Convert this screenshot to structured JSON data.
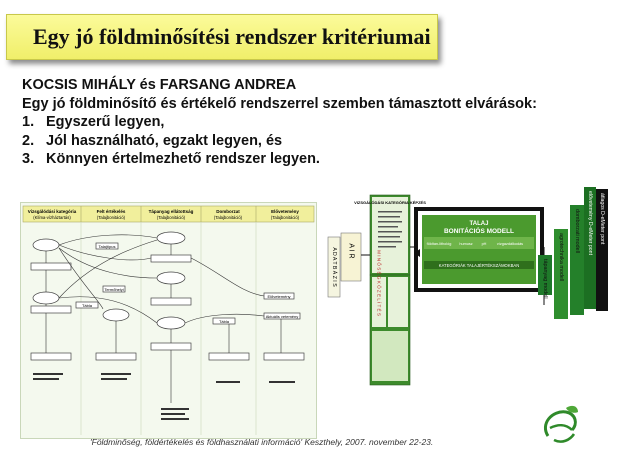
{
  "slide": {
    "title": "Egy jó földminősítési rendszer kritériumai",
    "lines": [
      "KOCSIS MIHÁLY és FARSANG ANDREA",
      "Egy jó földminősítő és értékelő rendszerrel szemben támasztott elvárások:"
    ],
    "items": [
      {
        "num": "1.",
        "text": "Egyszerű legyen,"
      },
      {
        "num": "2.",
        "text": "Jól használható, egzakt legyen, és"
      },
      {
        "num": "3.",
        "text": "Könnyen értelmezhető rendszer  legyen."
      }
    ],
    "footer": "'Földminőség, földértékelés és földhasználati információ'       Keszthely, 2007. november 22-23."
  },
  "left_diagram": {
    "columns": [
      {
        "h1": "Vizsgálódási kategória",
        "h2": "(Klíma-vízháztartás)"
      },
      {
        "h1": "Felt értékelés",
        "h2": "(Talajbonitáció)"
      },
      {
        "h1": "Tápanyag ellátottság",
        "h2": "(Talajbonitáció)"
      },
      {
        "h1": "Domborzat",
        "h2": "(Talajbonitáció)"
      },
      {
        "h1": "Elővetemény",
        "h2": "(Talajbonitáció)"
      }
    ],
    "labels": {
      "talajtípus": "Talajtípus",
      "termőhelyi": "Termőhelyi",
      "tábla": "Tábla",
      "előveteményi": "Elővetemény",
      "aktualis": "Aktuális vetemény"
    }
  },
  "right_diagram": {
    "left_block": "A D A T B Á Z I S",
    "air_block": "A I R",
    "top_box_title": "VIZSGÁLÓDÁSI KATEGÓRIA KÉPZÉS",
    "model_title1": "TALAJ",
    "model_title2": "BONITÁCIÓS MODELL",
    "model_sub": "KATEGÓRIÁK TALAJÉRTÉKSZÁMOKBAN",
    "model_row": [
      "földtan-lithológ",
      "humusz",
      "pH",
      "vízgazdálkodás"
    ],
    "vertical_left": "M I N Ő S É G K Ö Z E L Í T É S",
    "vertical_labels": [
      "tápanyag modell",
      "agrotechnika modell",
      "domborzati modell",
      "elővetemény D-eMeter pont",
      "átlagos D-eMeter pont"
    ]
  }
}
